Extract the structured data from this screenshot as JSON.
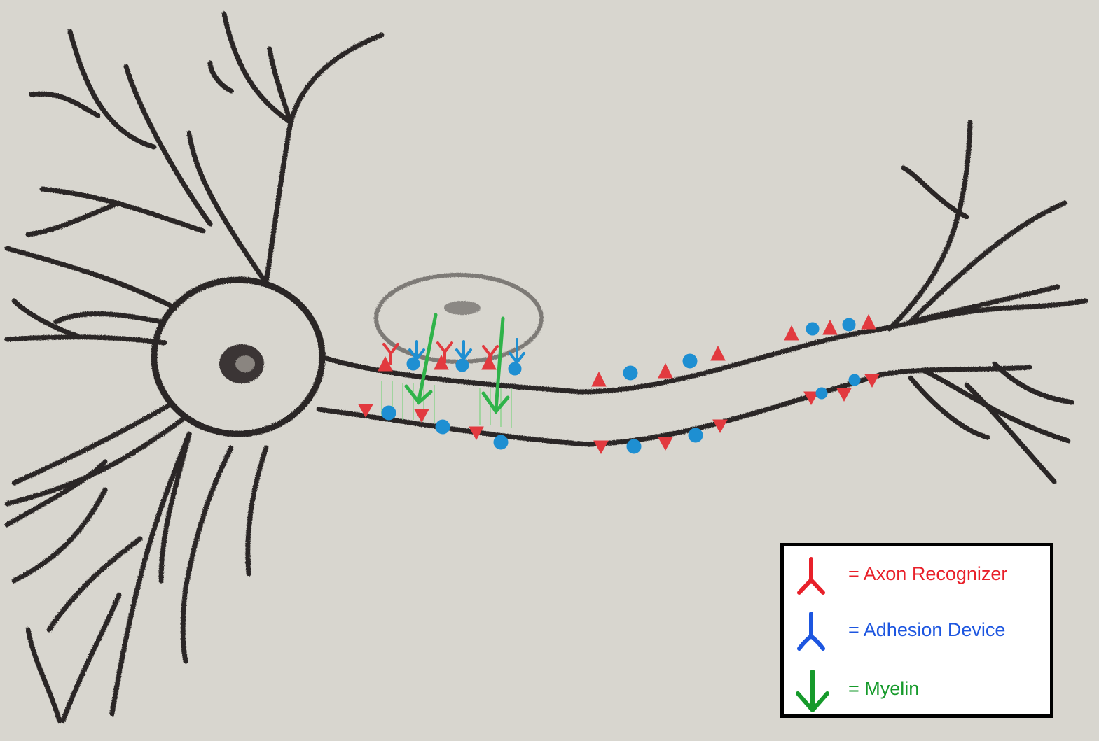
{
  "legend": {
    "items": [
      {
        "label": "= Axon Recognizer",
        "icon": "y-receptor-icon",
        "color": "#e8202a"
      },
      {
        "label": "= Adhesion Device",
        "icon": "y-receptor-icon",
        "color": "#1d56e0"
      },
      {
        "label": "= Myelin",
        "icon": "down-arrow-icon",
        "color": "#169a2b"
      }
    ]
  },
  "colors": {
    "paper": "#d8d6cf",
    "pencil": "#2b2826",
    "axon_recognizer": "#e23a3f",
    "adhesion_device": "#1e8fd2",
    "myelin": "#2fb34a"
  }
}
